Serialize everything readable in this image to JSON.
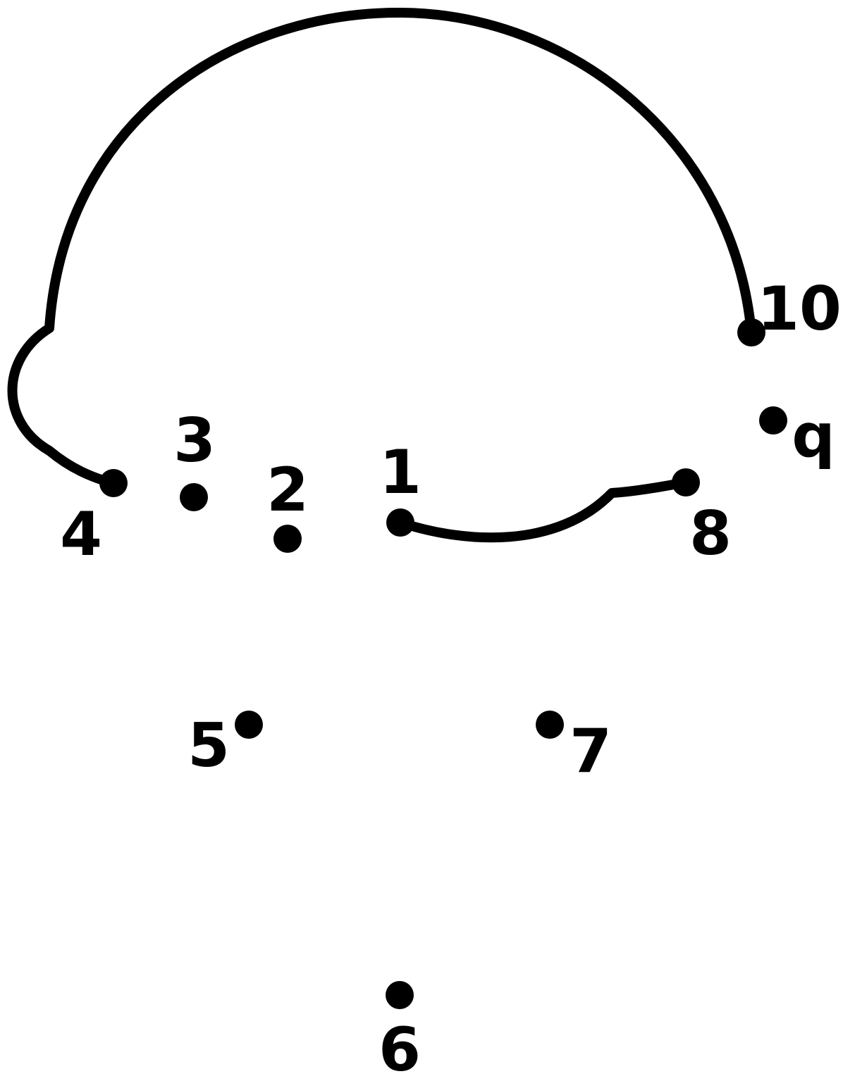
{
  "worksheet": {
    "ink_color": "#000000",
    "background_color": "#ffffff",
    "numbers": {
      "n1": "1",
      "n2": "2",
      "n3": "3",
      "n4": "4",
      "n5": "5",
      "n6": "6",
      "n7": "7",
      "n8": "8",
      "n9": "q",
      "n10": "10"
    }
  }
}
